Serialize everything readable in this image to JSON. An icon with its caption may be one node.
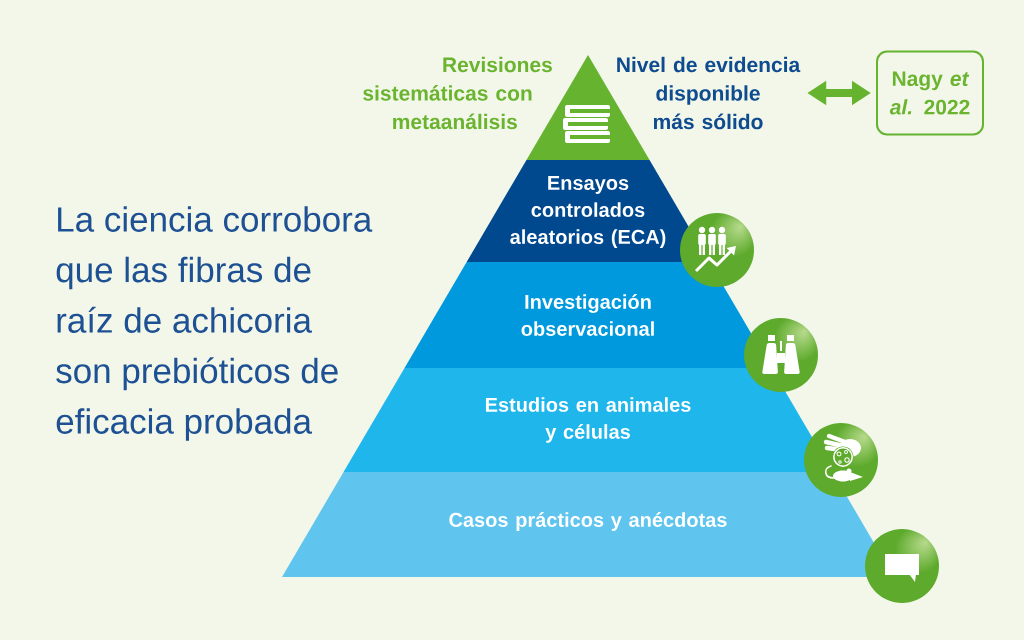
{
  "diagram": {
    "title": "La ciencia corrobora que las fibras de raíz de achicoria son prebióticos de eficacia probada",
    "nodes": [
      {
        "text": [
          "Revisiones sistemáticas con metaanálisis"
        ]
      },
      {
        "text": [
          "Nivel de evidencia disponible más sólido"
        ]
      },
      {
        "text": [
          "Nagy *et al.* 2022"
        ]
      },
      {
        "text": [
          "Ensayos controlados aleatorios (ECA)"
        ]
      },
      {
        "text": [
          "Investigación observacional"
        ]
      },
      {
        "text": [
          "Estudios en animales y células"
        ]
      },
      {
        "text": [
          "Casos prácticos y anécdotas"
        ]
      }
    ],
    "edges": [
      {
        "from": 1,
        "to": 2,
        "arrow": "both"
      }
    ]
  }
}
